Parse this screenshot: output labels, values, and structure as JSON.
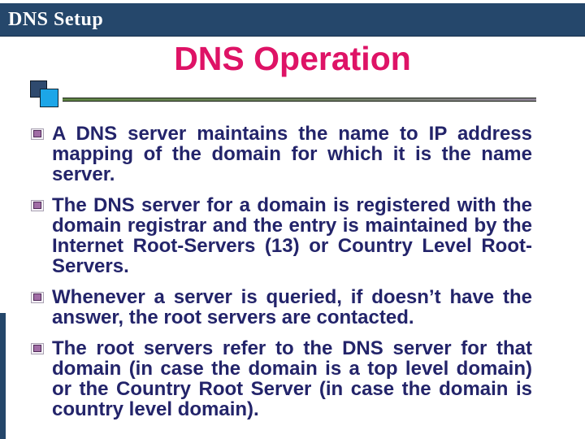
{
  "header": {
    "title": "DNS Setup"
  },
  "slide": {
    "title": "DNS Operation",
    "bullets": [
      {
        "text": "A DNS server maintains the name to IP address mapping of the domain for which it is the name server."
      },
      {
        "text": "The DNS server for a domain is registered with the domain registrar and the entry is maintained by the Internet Root-Servers (13) or Country Level Root-Servers."
      },
      {
        "text": "Whenever a server is queried, if doesn’t have the answer, the root servers are contacted."
      },
      {
        "text": "The root servers refer to the DNS server for that domain (in case the domain is a top level domain) or the Country Root Server (in case the domain is country level domain)."
      }
    ]
  },
  "colors": {
    "header_bar": "#25476B",
    "title_text": "#DE1366",
    "body_text": "#23246A",
    "accent_navy_square": "#2F4A6E",
    "accent_blue_square": "#1CA6E8",
    "divider_green": "#5F8444",
    "divider_mauve": "#8F8496",
    "bullet_purple": "#A06CA5",
    "left_bar": "#24466A"
  }
}
